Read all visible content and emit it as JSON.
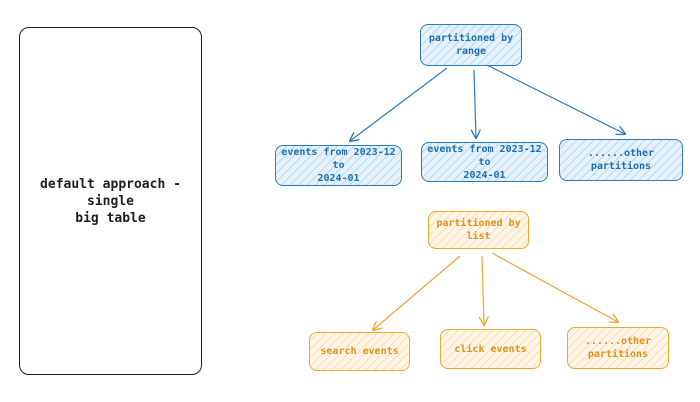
{
  "default_box": {
    "label": "default approach - single\nbig table"
  },
  "range_group": {
    "root": "partitioned by\nrange",
    "children": [
      "events from 2023-12 to\n2024-01",
      "events from 2023-12 to\n2024-01",
      "......other\npartitions"
    ]
  },
  "list_group": {
    "root": "partitioned by\nlist",
    "children": [
      "search events",
      "click events",
      "......other\npartitions"
    ]
  },
  "colors": {
    "range_stroke": "#2f7ab8",
    "range_text": "#1f6fb2",
    "list_stroke": "#f0a531",
    "list_text": "#e3901a",
    "default_stroke": "#1e1e1e"
  }
}
